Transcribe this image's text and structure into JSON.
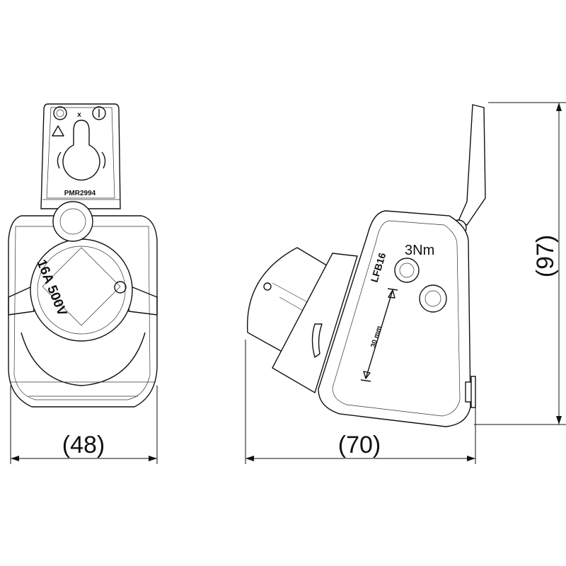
{
  "dimensions": {
    "width_front": "(48)",
    "width_side": "(70)",
    "height": "(97)",
    "insertion_depth": "30 mm"
  },
  "labels": {
    "model": "PMR2994",
    "rating": "16A 500V",
    "type": "LFB16",
    "torque": "3Nm",
    "separator": "x"
  },
  "colors": {
    "line": "#111111",
    "background": "#ffffff"
  }
}
